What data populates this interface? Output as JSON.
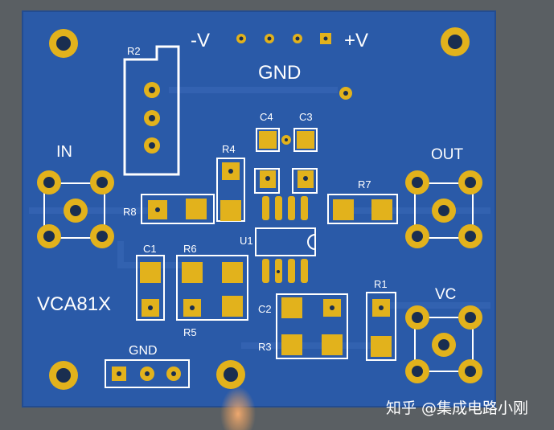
{
  "colors": {
    "background": "#5a5f63",
    "board": "#2a5aa8",
    "board_edge": "#234c90",
    "copper": "#e2b21c",
    "copper_dark": "#c99a10",
    "hole": "#1a2e50",
    "silkscreen": "#ffffff"
  },
  "labels": {
    "minus_v": "-V",
    "plus_v": "+V",
    "gnd_top": "GND",
    "gnd_bottom": "GND",
    "in": "IN",
    "out": "OUT",
    "vc": "VC",
    "board_name": "VCA81X",
    "r1": "R1",
    "r2": "R2",
    "r3": "R3",
    "r4": "R4",
    "r5": "R5",
    "r6": "R6",
    "r7": "R7",
    "r8": "R8",
    "c1": "C1",
    "c2": "C2",
    "c3": "C3",
    "c4": "C4",
    "u1": "U1"
  },
  "watermark": "知乎 @集成电路小刚"
}
